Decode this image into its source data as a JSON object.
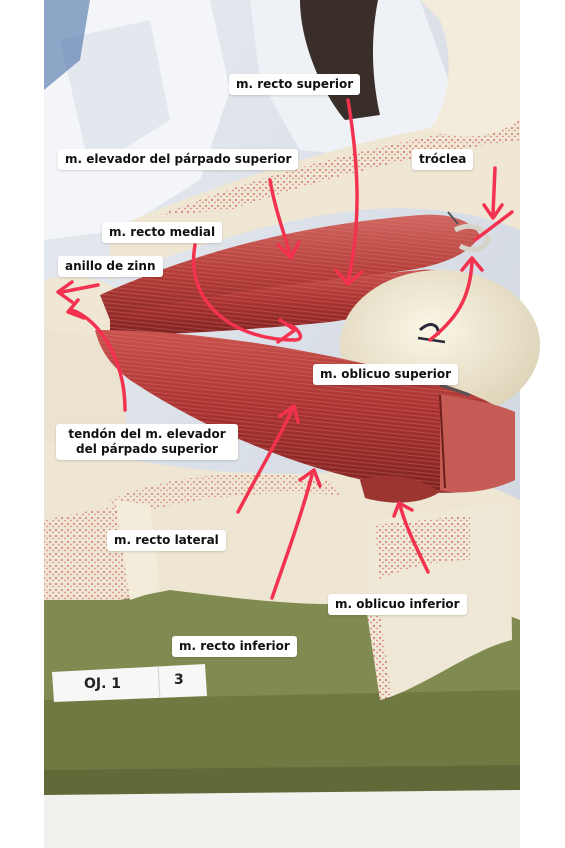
{
  "labels": {
    "recto_superior": "m. recto superior",
    "elevador_parpado": "m. elevador del párpado superior",
    "troclea": "tróclea",
    "recto_medial": "m. recto medial",
    "anillo_zinn": "anillo de zinn",
    "oblicuo_superior": "m. oblicuo superior",
    "tendon_elevador_line1": "tendón del m. elevador",
    "tendon_elevador_line2": "del párpado superior",
    "recto_lateral": "m. recto lateral",
    "oblicuo_inferior": "m. oblicuo inferior",
    "recto_inferior": "m. recto inferior"
  },
  "tag": {
    "left_text": "OJ. 1",
    "right_text": "3"
  },
  "colors": {
    "arrow": "#f2324f",
    "muscle": "#b83a3a",
    "bone": "#efe7d6",
    "base": "#7e8a4e"
  }
}
